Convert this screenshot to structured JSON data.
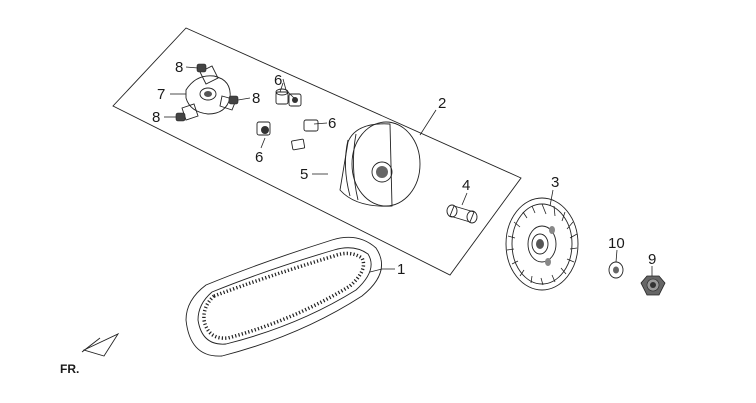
{
  "diagram": {
    "callouts": {
      "c1": "1",
      "c2": "2",
      "c3": "3",
      "c4": "4",
      "c5": "5",
      "c6a": "6",
      "c6b": "6",
      "c6c": "6",
      "c7": "7",
      "c8a": "8",
      "c8b": "8",
      "c8c": "8",
      "c9": "9",
      "c10": "10"
    },
    "direction_label": "FR.",
    "colors": {
      "line": "#222222",
      "part_fill": "#ffffff",
      "metal_dark": "#555555"
    }
  }
}
